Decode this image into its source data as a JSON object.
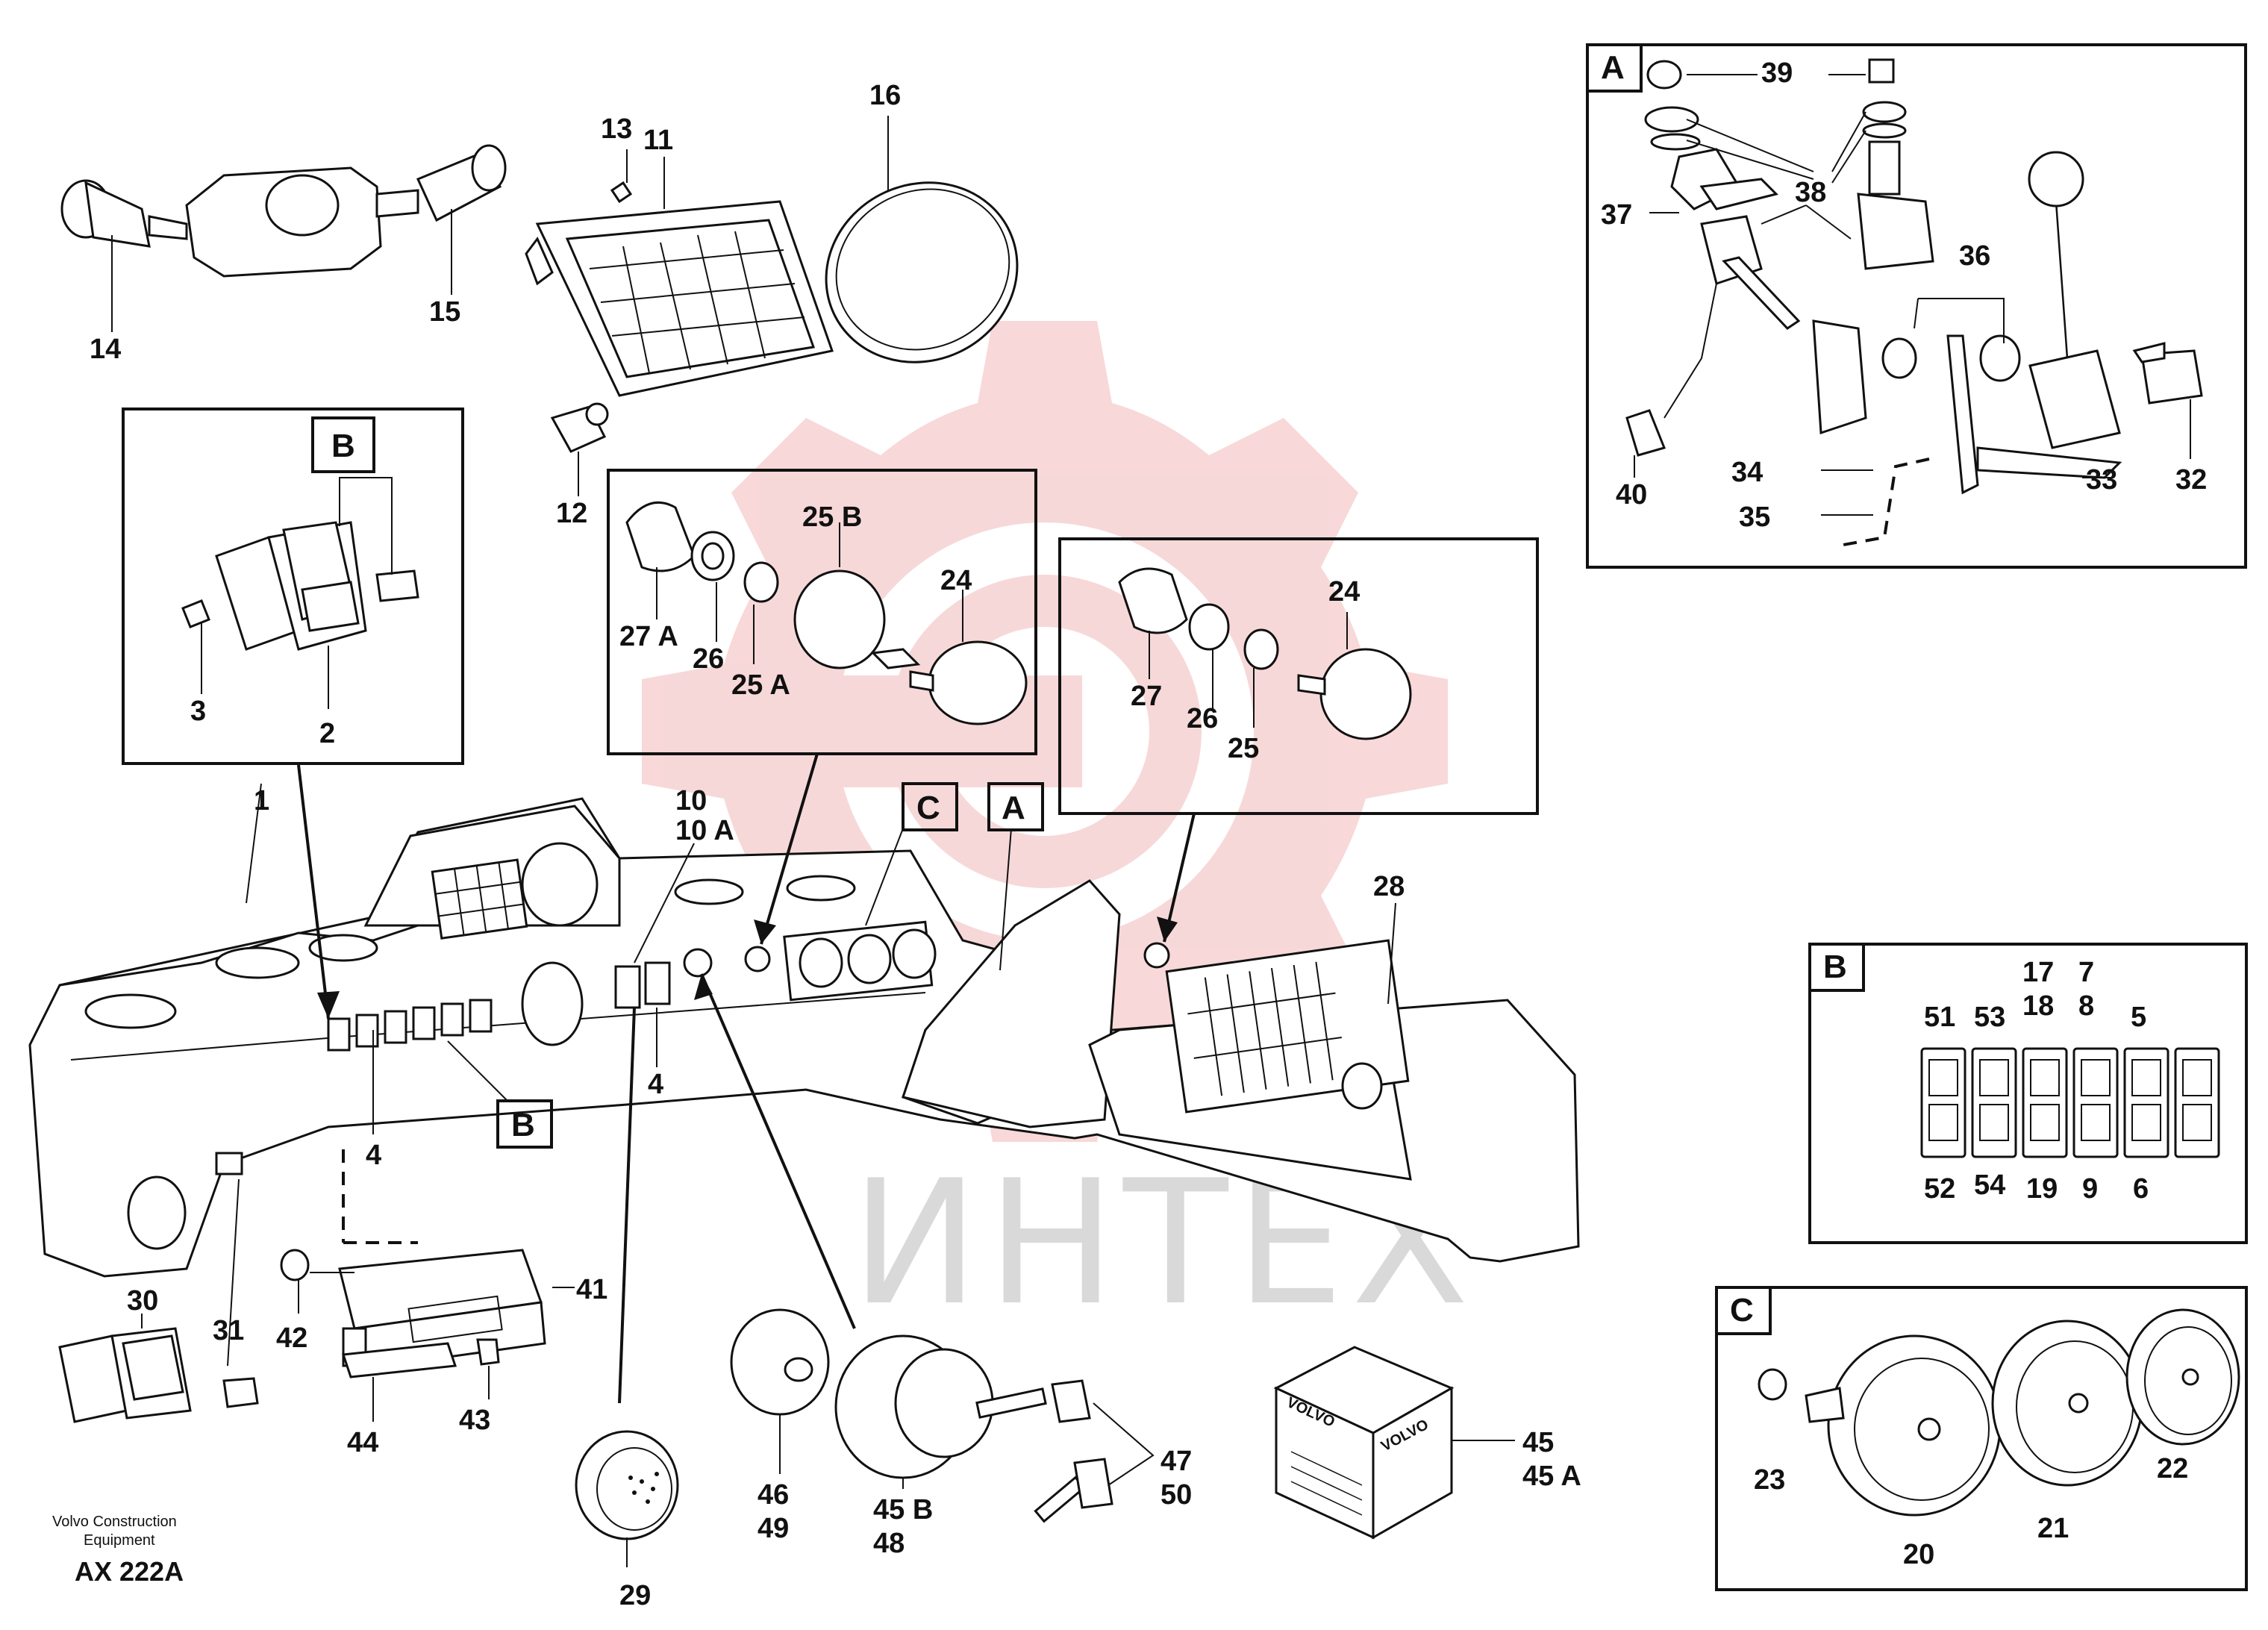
{
  "watermark": {
    "text": "ИНТЕХ",
    "gear_color": "#f7d4d4",
    "text_color": "#d9d9d9"
  },
  "footer": {
    "company_line1": "Volvo Construction",
    "company_line2": "Equipment",
    "drawing_code": "AX 222A"
  },
  "detail_boxes": {
    "a": "A",
    "b": "B",
    "c": "C"
  },
  "callout_tags": {
    "b_left": "B",
    "b_lower": "B",
    "c_panel": "C",
    "a_panel": "A"
  },
  "kit_box": {
    "brand_front": "VOLVO",
    "brand_side": "VOLVO"
  },
  "part_labels": {
    "p1": "1",
    "p2": "2",
    "p3": "3",
    "p4a": "4",
    "p4b": "4",
    "p5": "5",
    "p6": "6",
    "p7": "7",
    "p8": "8",
    "p9": "9",
    "p10": "10",
    "p10a": "10 A",
    "p11": "11",
    "p12": "12",
    "p13": "13",
    "p14": "14",
    "p15": "15",
    "p16": "16",
    "p17": "17",
    "p18": "18",
    "p19": "19",
    "p20": "20",
    "p21": "21",
    "p22": "22",
    "p23": "23",
    "p24a": "24",
    "p24b": "24",
    "p25": "25",
    "p25a": "25 A",
    "p25b": "25 B",
    "p26a": "26",
    "p26b": "26",
    "p27": "27",
    "p27a": "27 A",
    "p28": "28",
    "p29": "29",
    "p30": "30",
    "p31": "31",
    "p32": "32",
    "p33": "33",
    "p34": "34",
    "p35": "35",
    "p36": "36",
    "p37": "37",
    "p38": "38",
    "p39": "39",
    "p40": "40",
    "p41": "41",
    "p42": "42",
    "p43": "43",
    "p44": "44",
    "p45": "45",
    "p45a": "45 A",
    "p45b": "45 B",
    "p46": "46",
    "p47": "47",
    "p48": "48",
    "p49": "49",
    "p50": "50",
    "p51": "51",
    "p52": "52",
    "p53": "53",
    "p54": "54"
  }
}
